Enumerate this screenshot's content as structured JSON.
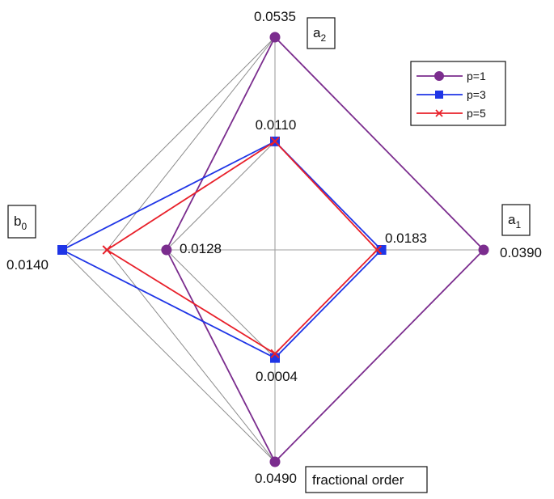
{
  "chart_data": {
    "type": "radar",
    "axes": [
      {
        "id": "a2",
        "base": "a",
        "sub": "2",
        "value_label": "0.0535"
      },
      {
        "id": "a1",
        "base": "a",
        "sub": "1",
        "value_label": "0.0390"
      },
      {
        "id": "fractional_order",
        "base": "fractional order",
        "sub": "",
        "value_label": "0.0490"
      },
      {
        "id": "b0",
        "base": "b",
        "sub": "0",
        "value_label": "0.0140"
      }
    ],
    "inner_labels": [
      "0.0110",
      "0.0183",
      "0.0004",
      "0.0128"
    ],
    "radial_range": [
      0,
      1
    ],
    "series": [
      {
        "name": "p=1",
        "color": "#7B2D8E",
        "marker": "circle",
        "values": [
          1.0,
          1.0,
          1.0,
          0.51
        ]
      },
      {
        "name": "p=3",
        "color": "#1F35E6",
        "marker": "square",
        "values": [
          0.51,
          0.51,
          0.51,
          1.0
        ]
      },
      {
        "name": "p=5",
        "color": "#E8202A",
        "marker": "x",
        "values": [
          0.51,
          0.49,
          0.49,
          0.79
        ]
      }
    ],
    "reference_color": "#8C8C8C",
    "axis_color": "#A0A0A0",
    "legend_position": "top-right"
  }
}
